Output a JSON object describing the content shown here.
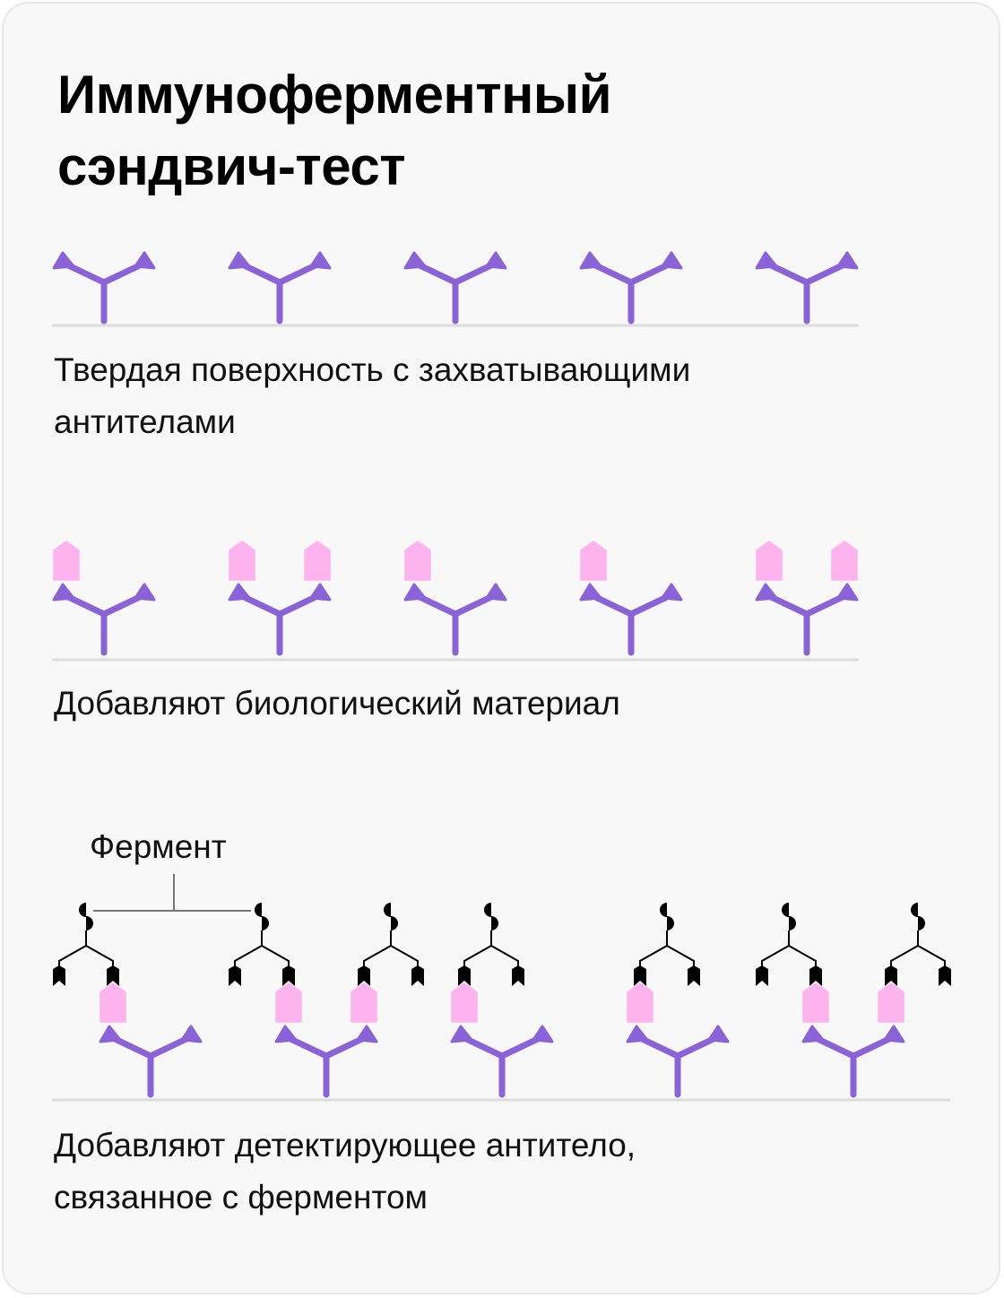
{
  "title": {
    "line1": "Иммуноферментный",
    "line2": "сэндвич-тест"
  },
  "steps": [
    {
      "caption_line1": "Твердая поверхность с захватывающими",
      "caption_line2": "антителами"
    },
    {
      "caption_line1": "Добавляют биологический материал"
    },
    {
      "caption_line1": "Добавляют детектирующее антитело,",
      "caption_line2": "связанное с ферментом"
    }
  ],
  "enzyme_label": "Фермент",
  "colors": {
    "capture_antibody": "#8a63d9",
    "antigen": "#ffb3ee",
    "detector": "#000000",
    "surface": "#dddddd",
    "bracket": "#777777"
  },
  "diagram": {
    "step1_antigens": [
      [],
      [],
      [],
      [],
      []
    ],
    "step2_antigens": [
      [
        "L"
      ],
      [
        "L",
        "R"
      ],
      [
        "L"
      ],
      [
        "L"
      ],
      [
        "L",
        "R"
      ]
    ],
    "step3_antigens": [
      [
        "L"
      ],
      [
        "L",
        "R"
      ],
      [
        "L"
      ],
      [
        "L"
      ],
      [
        "L",
        "R"
      ]
    ],
    "step3_detector_count": 7
  }
}
